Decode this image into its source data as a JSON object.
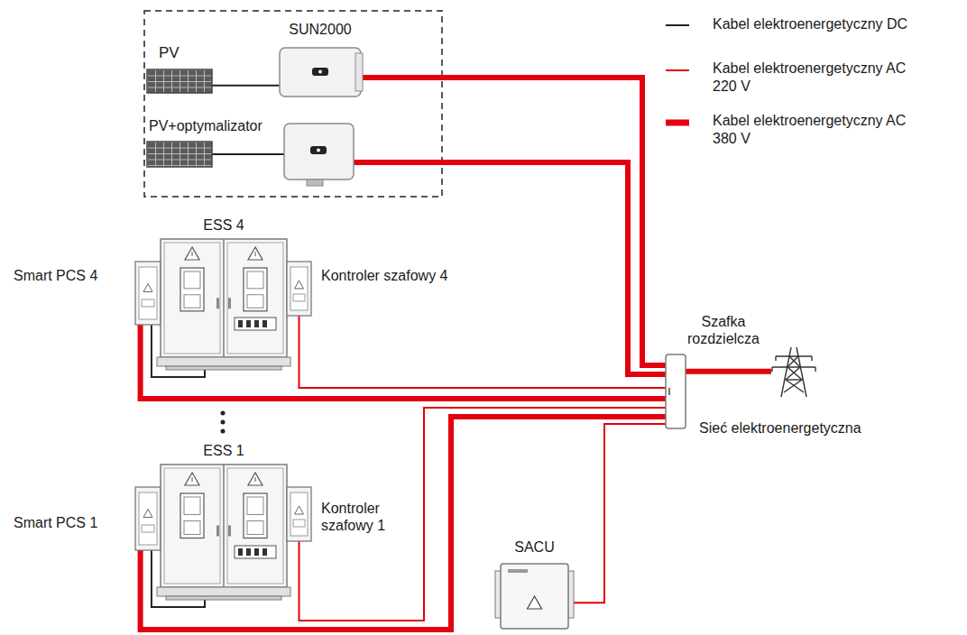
{
  "diagram": {
    "nodes": [
      {
        "text": [
          "PV"
        ]
      },
      {
        "text": [
          "SUN2000"
        ]
      },
      {
        "text": [
          "PV+optymalizator"
        ]
      },
      {
        "text": [
          "Smart PCS 4"
        ]
      },
      {
        "text": [
          "ESS 4"
        ]
      },
      {
        "text": [
          "Kontroler szafowy 4"
        ]
      },
      {
        "text": [
          "Szafka rozdzielcza"
        ]
      },
      {
        "text": [
          "Sieć elektroenergetyczna"
        ]
      },
      {
        "text": [
          "Smart PCS 1"
        ]
      },
      {
        "text": [
          "ESS 1"
        ]
      },
      {
        "text": [
          "Kontroler szafowy 1"
        ]
      },
      {
        "text": [
          "SACU"
        ]
      }
    ],
    "edges": [
      {
        "from": 0,
        "to": 1,
        "arrow": "none"
      },
      {
        "from": 1,
        "to": 6,
        "arrow": "none"
      },
      {
        "from": 3,
        "to": 4,
        "arrow": "none"
      },
      {
        "from": 3,
        "to": 6,
        "arrow": "none"
      },
      {
        "from": 5,
        "to": 6,
        "arrow": "none"
      },
      {
        "from": 6,
        "to": 7,
        "arrow": "none"
      },
      {
        "from": 8,
        "to": 9,
        "arrow": "none"
      },
      {
        "from": 8,
        "to": 6,
        "arrow": "none"
      },
      {
        "from": 10,
        "to": 6,
        "arrow": "none"
      },
      {
        "from": 11,
        "to": 6,
        "arrow": "none"
      }
    ],
    "legend": [
      {
        "text": "Kabel elektroenergetyczny DC"
      },
      {
        "text": "Kabel elektroenergetyczny AC 220 V"
      },
      {
        "text": "Kabel elektroenergetyczny AC 380 V"
      }
    ]
  }
}
